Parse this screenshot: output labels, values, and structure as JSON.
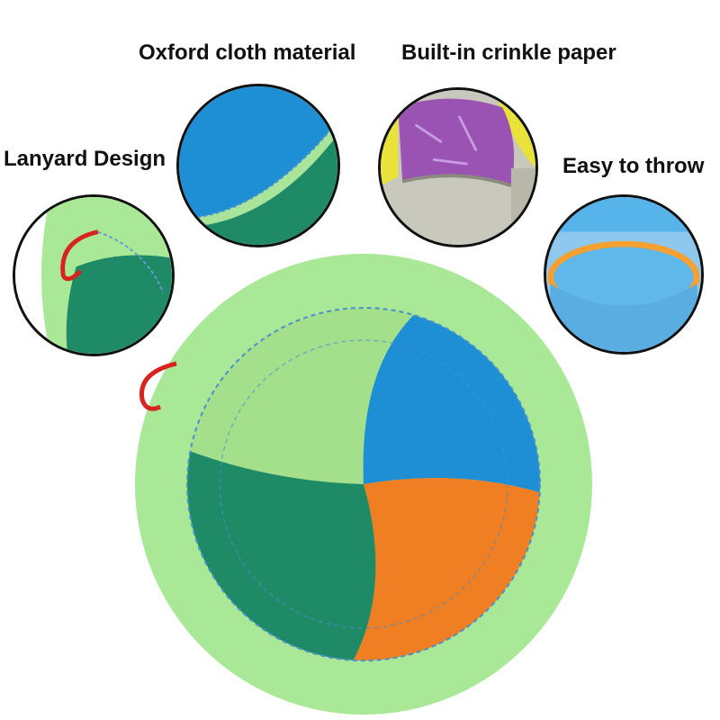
{
  "labels": {
    "oxford": "Oxford cloth material",
    "crinkle": "Built-in crinkle paper",
    "lanyard": "Lanyard Design",
    "throw": "Easy to throw"
  },
  "colors": {
    "rim_green": "#a9e896",
    "light_green": "#a4e08c",
    "dark_green": "#1f8a66",
    "blue": "#1e8fd4",
    "orange": "#f07e22",
    "lanyard_red": "#d8231e",
    "crinkle_purple": "#9a52b3",
    "canvas_grey": "#c9c8bd"
  },
  "icons": [
    "oxford-cloth-detail",
    "crinkle-paper-detail",
    "lanyard-detail",
    "throw-edge-detail",
    "frisbee-toy"
  ]
}
